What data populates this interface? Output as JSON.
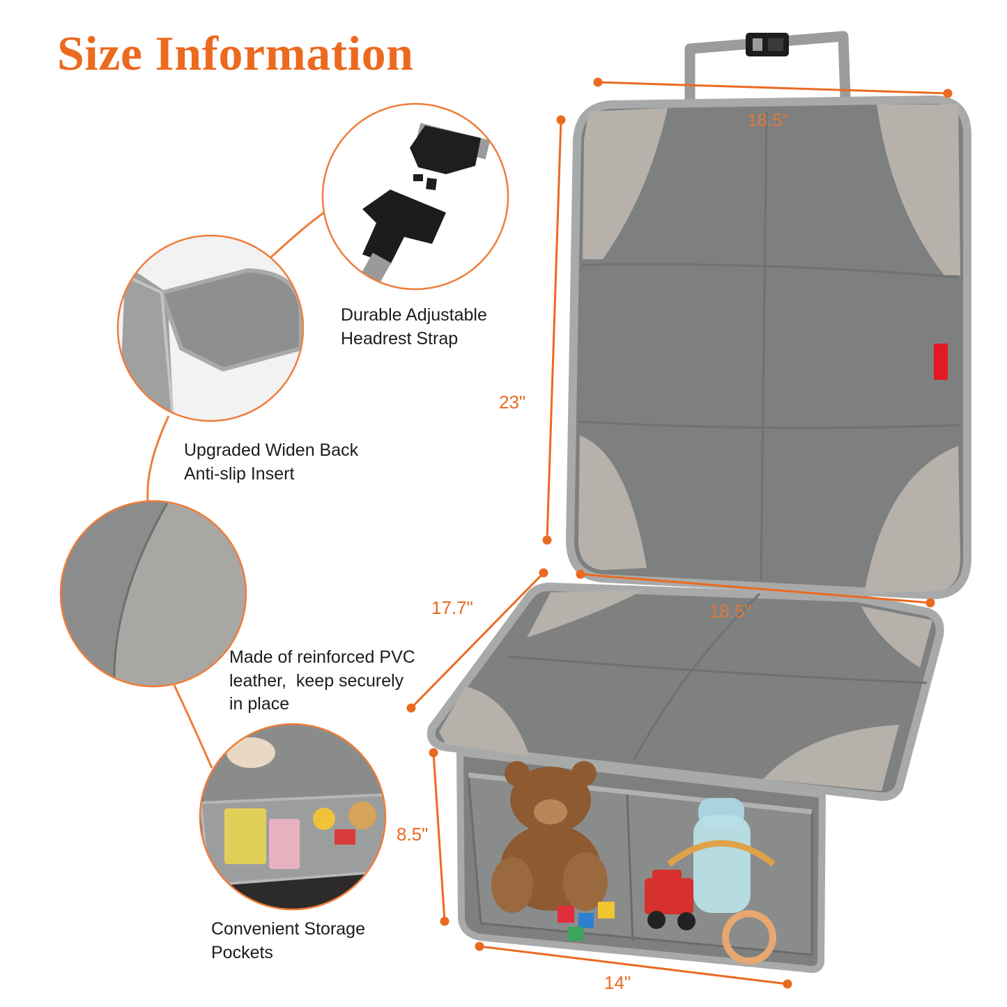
{
  "title": "Size Information",
  "colors": {
    "accent": "#ec6a20",
    "mat_gray": "#8a8c8b",
    "corner_panel": "#b8b3ad",
    "trim": "#9fa1a0",
    "tag": "#e21b23"
  },
  "features": [
    {
      "icon": "buckle-icon",
      "lines": [
        "Durable Adjustable",
        "Headrest Strap"
      ]
    },
    {
      "icon": "anti-slip-insert-icon",
      "lines": [
        "Upgraded Widen Back",
        "Anti-slip Insert"
      ]
    },
    {
      "icon": "pvc-leather-icon",
      "lines": [
        "Made of reinforced PVC",
        "leather,  keep securely",
        "in place"
      ]
    },
    {
      "icon": "storage-pocket-icon",
      "lines": [
        "Convenient Storage",
        "Pockets"
      ]
    }
  ],
  "dimensions": {
    "top_width": "18.5\"",
    "back_height": "23\"",
    "seat_depth": "17.7\"",
    "seat_width": "18.5\"",
    "pocket_height": "8.5\"",
    "pocket_width": "14\""
  }
}
